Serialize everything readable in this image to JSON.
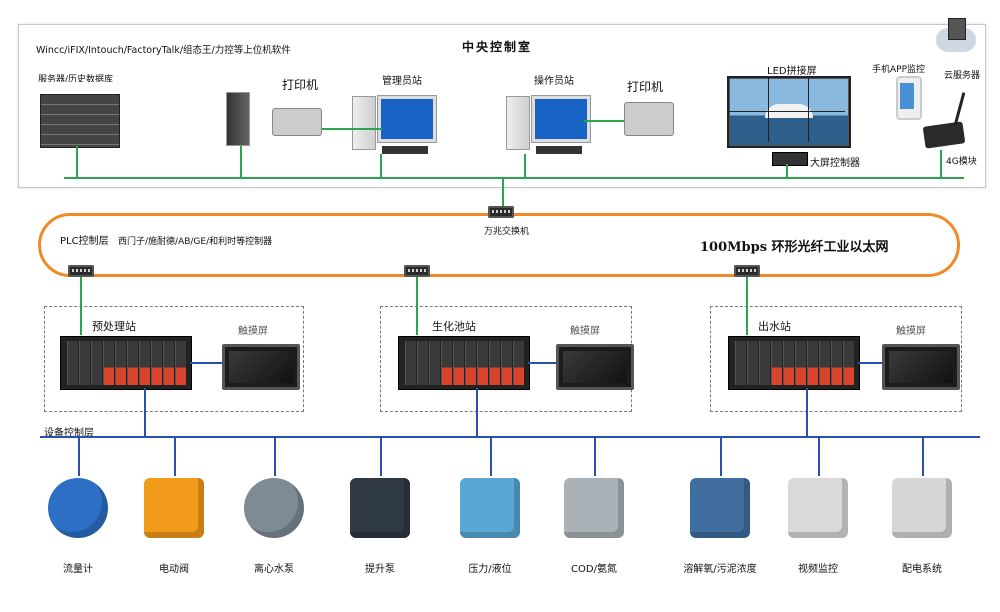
{
  "top": {
    "software": "Wincc/iFIX/Intouch/FactoryTalk/组态王/力控等上位机软件",
    "title": "中央控制室",
    "server_label": "服务器/历史数据库",
    "printer1": "打印机",
    "manager": "管理员站",
    "operator": "操作员站",
    "printer2": "打印机",
    "led": "LED拼接屏",
    "big_screen_ctrl": "大屏控制器",
    "mobile": "手机APP监控",
    "cloud": "云服务器",
    "g4": "4G模块"
  },
  "network": {
    "switch": "万兆交换机",
    "plc_layer": "PLC控制层",
    "plc_brands": "西门子/施耐德/AB/GE/和利时等控制器",
    "ethernet": "100Mbps 环形光纤工业以太网"
  },
  "stations": [
    {
      "name": "预处理站",
      "touch": "触摸屏"
    },
    {
      "name": "生化池站",
      "touch": "触摸屏"
    },
    {
      "name": "出水站",
      "touch": "触摸屏"
    }
  ],
  "device_layer": "设备控制层",
  "devices": [
    {
      "label": "流量计",
      "icon": "flowmeter-icon"
    },
    {
      "label": "电动阀",
      "icon": "electric-valve-icon"
    },
    {
      "label": "离心水泵",
      "icon": "centrifugal-pump-icon"
    },
    {
      "label": "提升泵",
      "icon": "lift-pump-icon"
    },
    {
      "label": "压力/液位",
      "icon": "pressure-transmitter-icon"
    },
    {
      "label": "COD/氨氮",
      "icon": "cod-analyzer-icon"
    },
    {
      "label": "溶解氧/污泥浓度",
      "icon": "do-analyzer-icon"
    },
    {
      "label": "视频监控",
      "icon": "camera-icon"
    },
    {
      "label": "配电系统",
      "icon": "power-cabinet-icon"
    }
  ]
}
